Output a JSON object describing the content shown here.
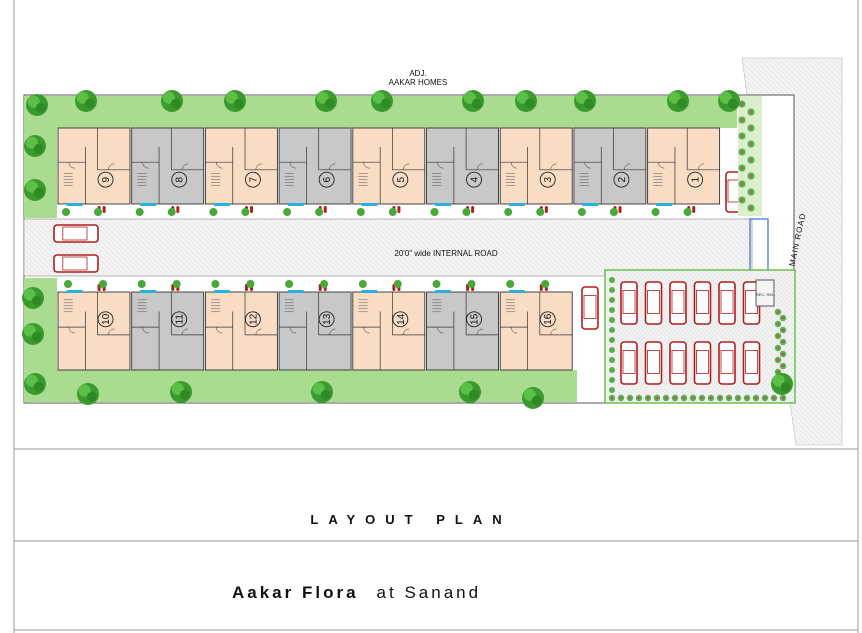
{
  "labels": {
    "adj_line1": "ADJ.",
    "adj_line2": "AAKAR HOMES",
    "internal_road": "20'0\" wide INTERNAL ROAD",
    "main_road": "MAIN  ROAD",
    "sec_rm": "SEC. RM.",
    "layout_plan": "LAYOUT PLAN",
    "project_name": "Aakar Flora",
    "project_location": "at Sanand"
  },
  "top_row_units": [
    "9",
    "8",
    "7",
    "6",
    "5",
    "4",
    "3",
    "2",
    "1"
  ],
  "bottom_row_units": [
    "10",
    "11",
    "12",
    "13",
    "14",
    "15",
    "16"
  ],
  "colors": {
    "unit_peach": "#f8dcc4",
    "unit_grey": "#c8c8c8",
    "lawn": "#a9dc8e",
    "tree": "#3a9a2e",
    "car": "#b11e1e",
    "water": "#27b0e0",
    "road_hatch": "#e4e4e4"
  }
}
